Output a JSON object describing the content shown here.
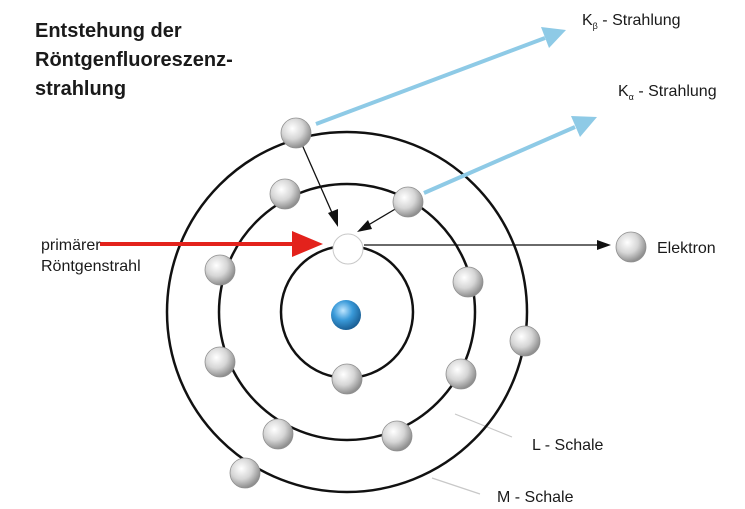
{
  "title": {
    "line1": "Entstehung der",
    "line2": "Röntgenfluoreszenz-",
    "line3": "strahlung"
  },
  "labels": {
    "k_beta": {
      "prefix": "K",
      "sub": "β",
      "rest": " - Strahlung"
    },
    "k_alpha": {
      "prefix": "K",
      "sub": "α",
      "rest": " - Strahlung"
    },
    "primary_line1": "primärer",
    "primary_line2": "Röntgenstrahl",
    "electron": "Elektron",
    "l_shell": "L - Schale",
    "m_shell": "M - Schale"
  },
  "colors": {
    "k_radiation_arrow": "#8ecae6",
    "primary_beam_arrow": "#e3221c",
    "nucleus": "#3a9ad9",
    "shell": "#111111"
  }
}
